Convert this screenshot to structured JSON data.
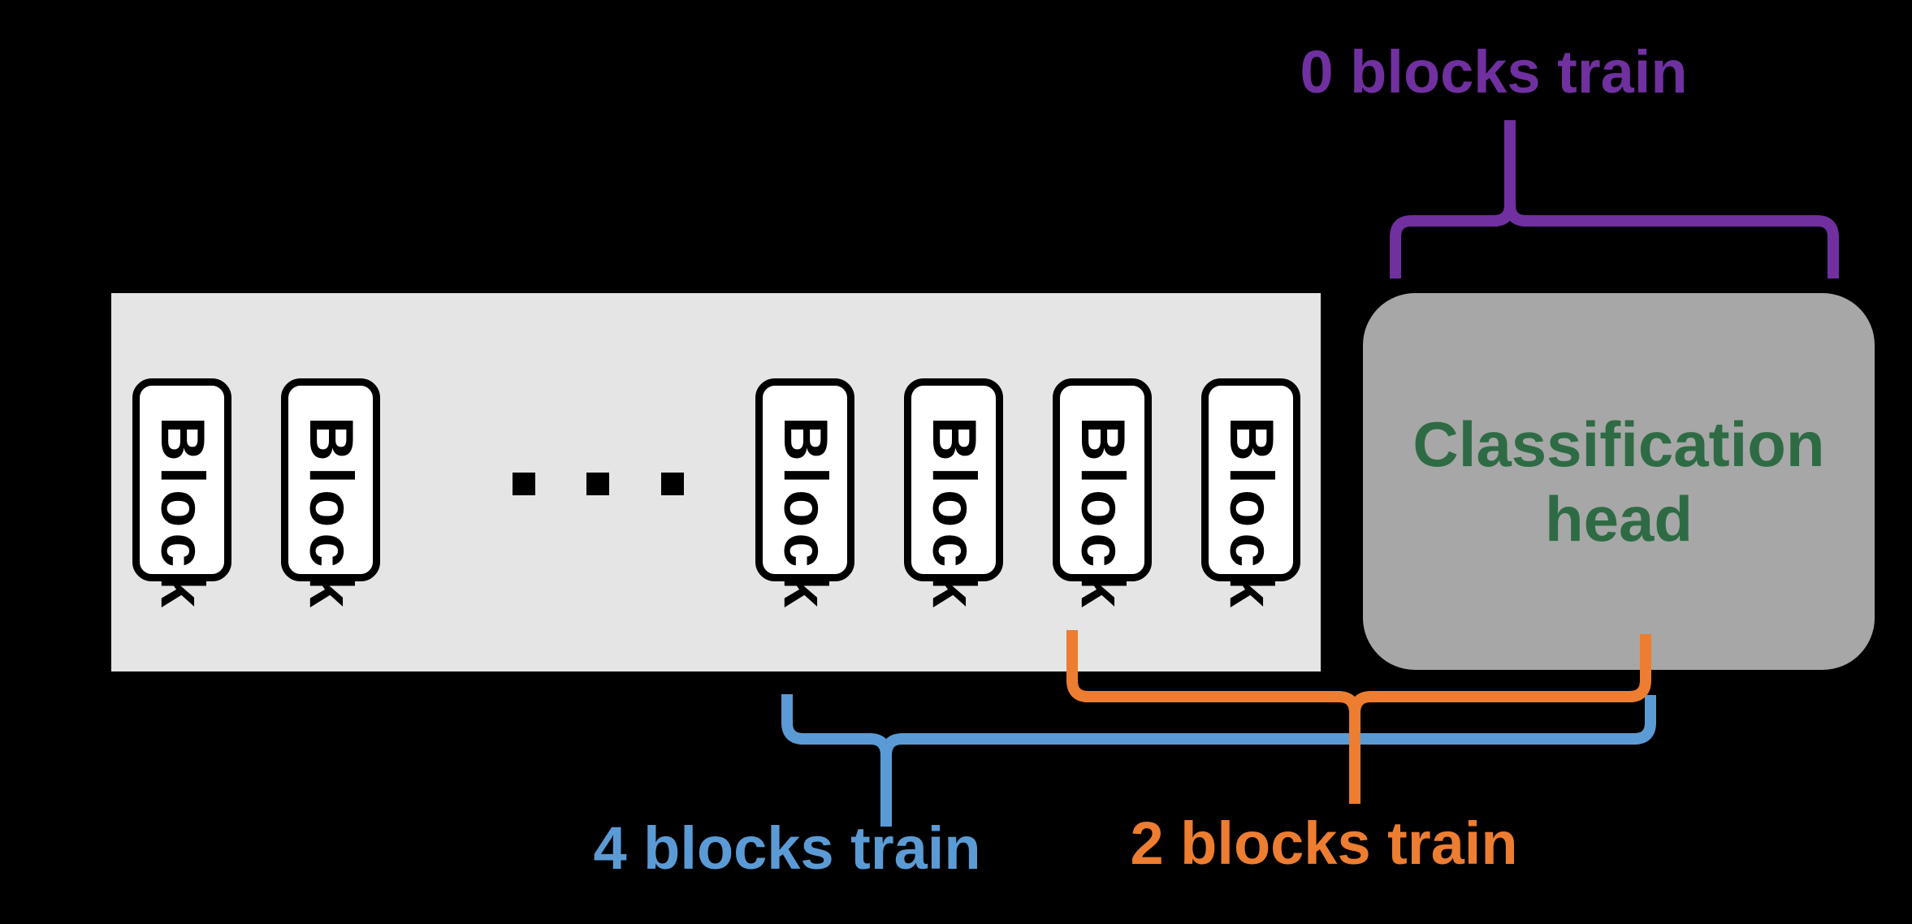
{
  "diagram": {
    "backbone": {
      "blocks": [
        "Block",
        "Block",
        "Block",
        "Block",
        "Block",
        "Block"
      ],
      "ellipsis_dots": 3
    },
    "head": {
      "line1": "Classification",
      "line2": "head"
    },
    "annotations": {
      "zero": {
        "label": "0 blocks train"
      },
      "four": {
        "label": "4 blocks train"
      },
      "two": {
        "label": "2 blocks train"
      }
    }
  },
  "colors": {
    "bg": "#000000",
    "panel": "#E6E5E5",
    "head": "#A7A7A7",
    "block_fill": "#FFFFFF",
    "block_border": "#000000",
    "green": "#2E6B44",
    "purple": "#7030A0",
    "blue": "#5B9BD5",
    "orange": "#ED7D31"
  }
}
